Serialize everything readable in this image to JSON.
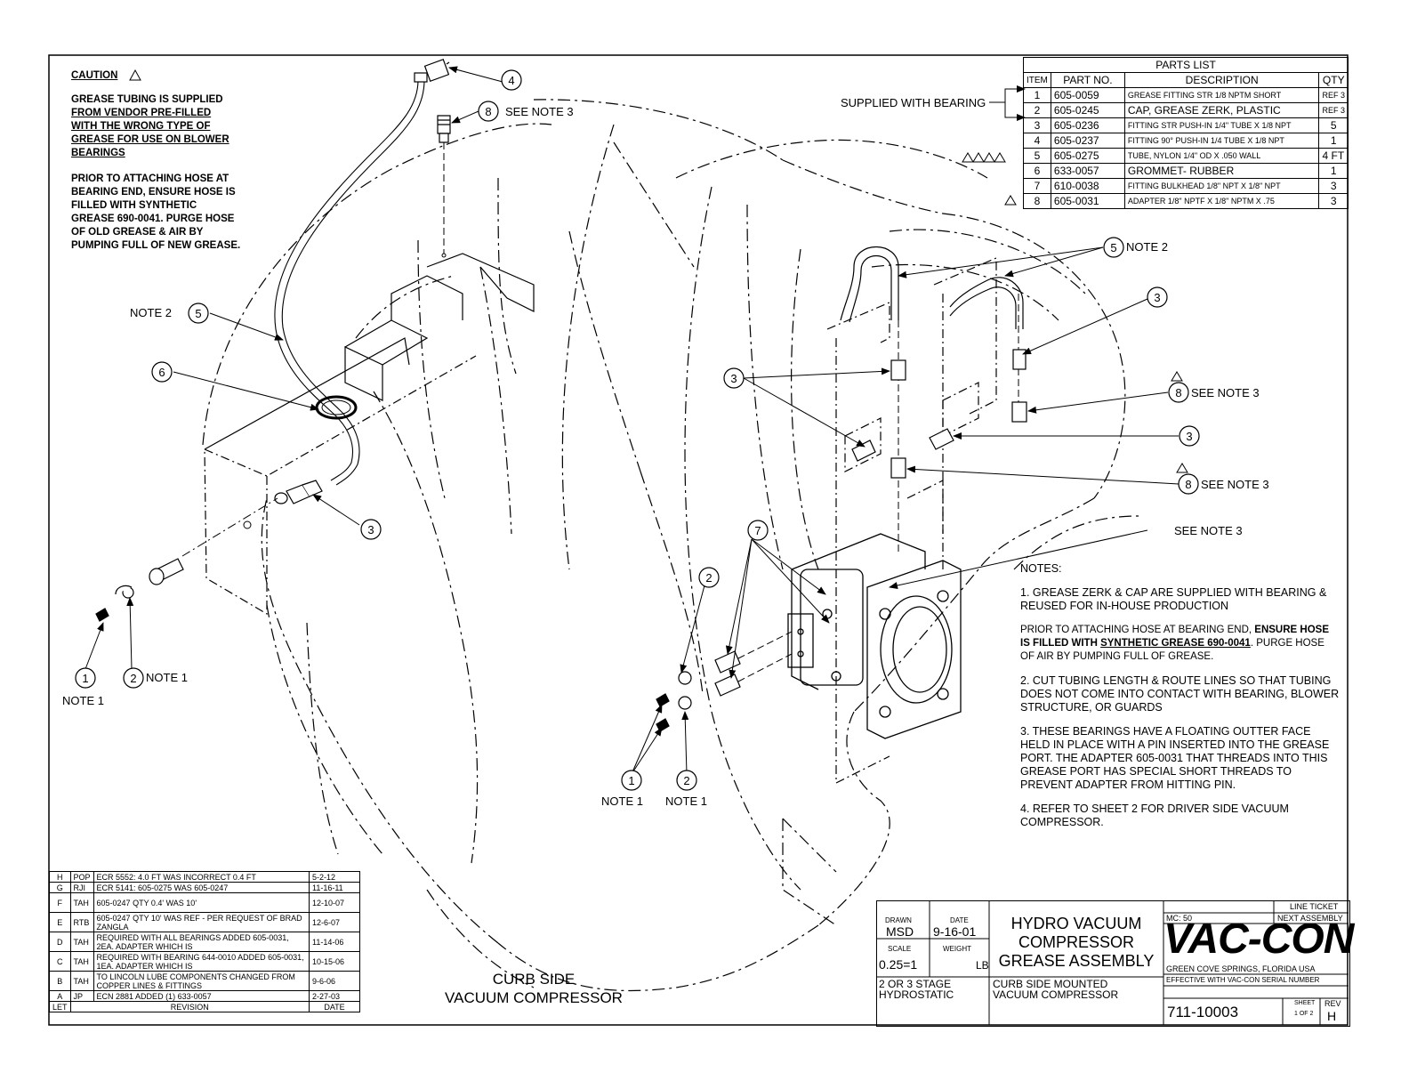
{
  "caution": {
    "title": "CAUTION",
    "lines": [
      "GREASE TUBING IS SUPPLIED",
      "FROM VENDOR PRE-FILLED",
      "WITH THE WRONG TYPE OF",
      "GREASE FOR USE ON BLOWER",
      "BEARINGS",
      "PRIOR TO ATTACHING HOSE AT",
      "BEARING END, ENSURE HOSE IS",
      "FILLED WITH SYNTHETIC",
      "GREASE 690-0041. PURGE HOSE",
      "OF OLD GREASE & AIR BY",
      "PUMPING FULL OF NEW GREASE."
    ]
  },
  "parts_list": {
    "title": "PARTS LIST",
    "headers": [
      "ITEM",
      "PART NO.",
      "DESCRIPTION",
      "QTY"
    ],
    "rows": [
      {
        "item": "1",
        "part": "605-0059",
        "desc": "GREASE FITTING STR 1/8 NPTM SHORT",
        "qty": "REF 3"
      },
      {
        "item": "2",
        "part": "605-0245",
        "desc": "CAP, GREASE ZERK, PLASTIC",
        "qty": "REF 3"
      },
      {
        "item": "3",
        "part": "605-0236",
        "desc": "FITTING STR PUSH-IN 1/4\" TUBE X 1/8 NPT",
        "qty": "5"
      },
      {
        "item": "4",
        "part": "605-0237",
        "desc": "FITTING 90° PUSH-IN 1/4 TUBE X 1/8 NPT",
        "qty": "1"
      },
      {
        "item": "5",
        "part": "605-0275",
        "desc": "TUBE, NYLON 1/4\" OD X .050 WALL",
        "qty": "4 FT"
      },
      {
        "item": "6",
        "part": "633-0057",
        "desc": "GROMMET- RUBBER",
        "qty": "1"
      },
      {
        "item": "7",
        "part": "610-0038",
        "desc": "FITTING BULKHEAD 1/8\" NPT X 1/8\" NPT",
        "qty": "3"
      },
      {
        "item": "8",
        "part": "605-0031",
        "desc": "ADAPTER 1/8\" NPTF X 1/8\" NPTM X .75",
        "qty": "3"
      }
    ],
    "supplied_label": "SUPPLIED WITH BEARING"
  },
  "callouts": {
    "note1": "NOTE 1",
    "note2": "NOTE 2",
    "see_note3": "SEE NOTE 3"
  },
  "notes": {
    "title": "NOTES:",
    "n1": "1. GREASE ZERK & CAP ARE SUPPLIED WITH BEARING & REUSED FOR IN-HOUSE PRODUCTION",
    "prior_a": "PRIOR TO ATTACHING HOSE AT BEARING END,",
    "prior_b": "ENSURE HOSE IS FILLED WITH",
    "prior_c": "SYNTHETIC GREASE 690-0041",
    "prior_d": ". PURGE HOSE OF AIR BY PUMPING FULL OF GREASE.",
    "n2": "2. CUT TUBING LENGTH & ROUTE LINES SO THAT TUBING DOES NOT COME INTO CONTACT WITH BEARING, BLOWER STRUCTURE, OR GUARDS",
    "n3": "3. THESE BEARINGS HAVE A FLOATING OUTTER FACE HELD IN PLACE WITH A PIN INSERTED INTO THE GREASE PORT. THE ADAPTER 605-0031 THAT THREADS INTO THIS GREASE PORT HAS SPECIAL SHORT THREADS TO PREVENT ADAPTER FROM HITTING PIN.",
    "n4": "4. REFER TO SHEET 2 FOR DRIVER SIDE VACUUM COMPRESSOR."
  },
  "curb_label": [
    "CURB SIDE",
    "VACUUM COMPRESSOR"
  ],
  "revisions": {
    "rows": [
      {
        "let": "H",
        "by": "POP",
        "desc": "ECR 5552: 4.0 FT WAS INCORRECT 0.4 FT",
        "date": "5-2-12"
      },
      {
        "let": "G",
        "by": "RJI",
        "desc": "ECR 5141: 605-0275 WAS 605-0247",
        "date": "11-16-11"
      },
      {
        "let": "F",
        "by": "TAH",
        "desc": "605-0247 QTY 0.4' WAS 10'",
        "date": "12-10-07"
      },
      {
        "let": "E",
        "by": "RTB",
        "desc": "605-0247 QTY 10' WAS REF - PER REQUEST OF BRAD ZANGLA",
        "date": "12-6-07"
      },
      {
        "let": "D",
        "by": "TAH",
        "desc": "REQUIRED WITH ALL BEARINGS ADDED 605-0031, 2EA. ADAPTER WHICH IS",
        "date": "11-14-06"
      },
      {
        "let": "C",
        "by": "TAH",
        "desc": "REQUIRED WITH BEARING 644-0010 ADDED 605-0031, 1EA. ADAPTER WHICH IS",
        "date": "10-15-06"
      },
      {
        "let": "B",
        "by": "TAH",
        "desc": "TO LINCOLN LUBE COMPONENTS CHANGED FROM COPPER LINES & FITTINGS",
        "date": "9-6-06"
      },
      {
        "let": "A",
        "by": "JP",
        "desc": "ECN 2881 ADDED (1) 633-0057",
        "date": "2-27-03"
      }
    ],
    "footer": {
      "let": "LET",
      "revision": "REVISION",
      "date": "DATE"
    }
  },
  "title_block": {
    "drawn_label": "DRAWN",
    "drawn": "MSD",
    "date_label": "DATE",
    "date": "9-16-01",
    "scale_label": "SCALE",
    "scale": "0.25=1",
    "weight_label": "WEIGHT",
    "weight_unit": "LB",
    "title": [
      "HYDRO VACUUM",
      "COMPRESSOR",
      "GREASE ASSEMBLY"
    ],
    "stage": [
      "2 OR 3 STAGE",
      "HYDROSTATIC"
    ],
    "desc": [
      "CURB SIDE MOUNTED",
      "VACUUM COMPRESSOR"
    ],
    "line_ticket": "LINE TICKET",
    "next_assembly": "NEXT ASSEMBLY",
    "mc": "MC: 50",
    "company": "VAC-CON",
    "location": "GREEN COVE SPRINGS, FLORIDA USA",
    "effective": "EFFECTIVE WITH VAC-CON SERIAL NUMBER",
    "dwg_no": "711-10003",
    "sheet_label": "SHEET",
    "sheet": "1 OF 2",
    "rev_label": "REV",
    "rev": "H"
  }
}
